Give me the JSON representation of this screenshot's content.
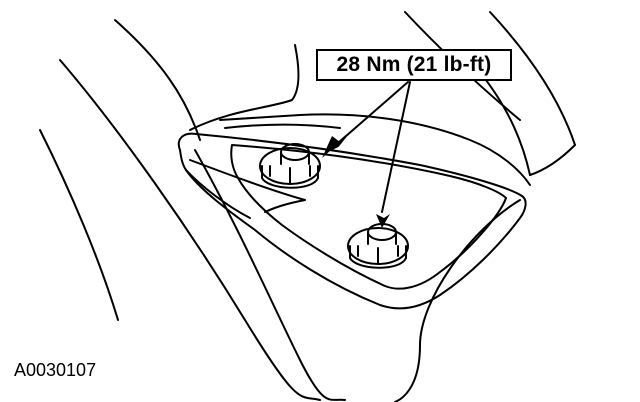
{
  "callout": {
    "torque_label": "28 Nm (21 lb-ft)"
  },
  "figure": {
    "id": "A0030107"
  },
  "components": {
    "fasteners": [
      "upper-bolt",
      "lower-bolt"
    ]
  },
  "colors": {
    "line": "#000000",
    "background": "#ffffff"
  }
}
